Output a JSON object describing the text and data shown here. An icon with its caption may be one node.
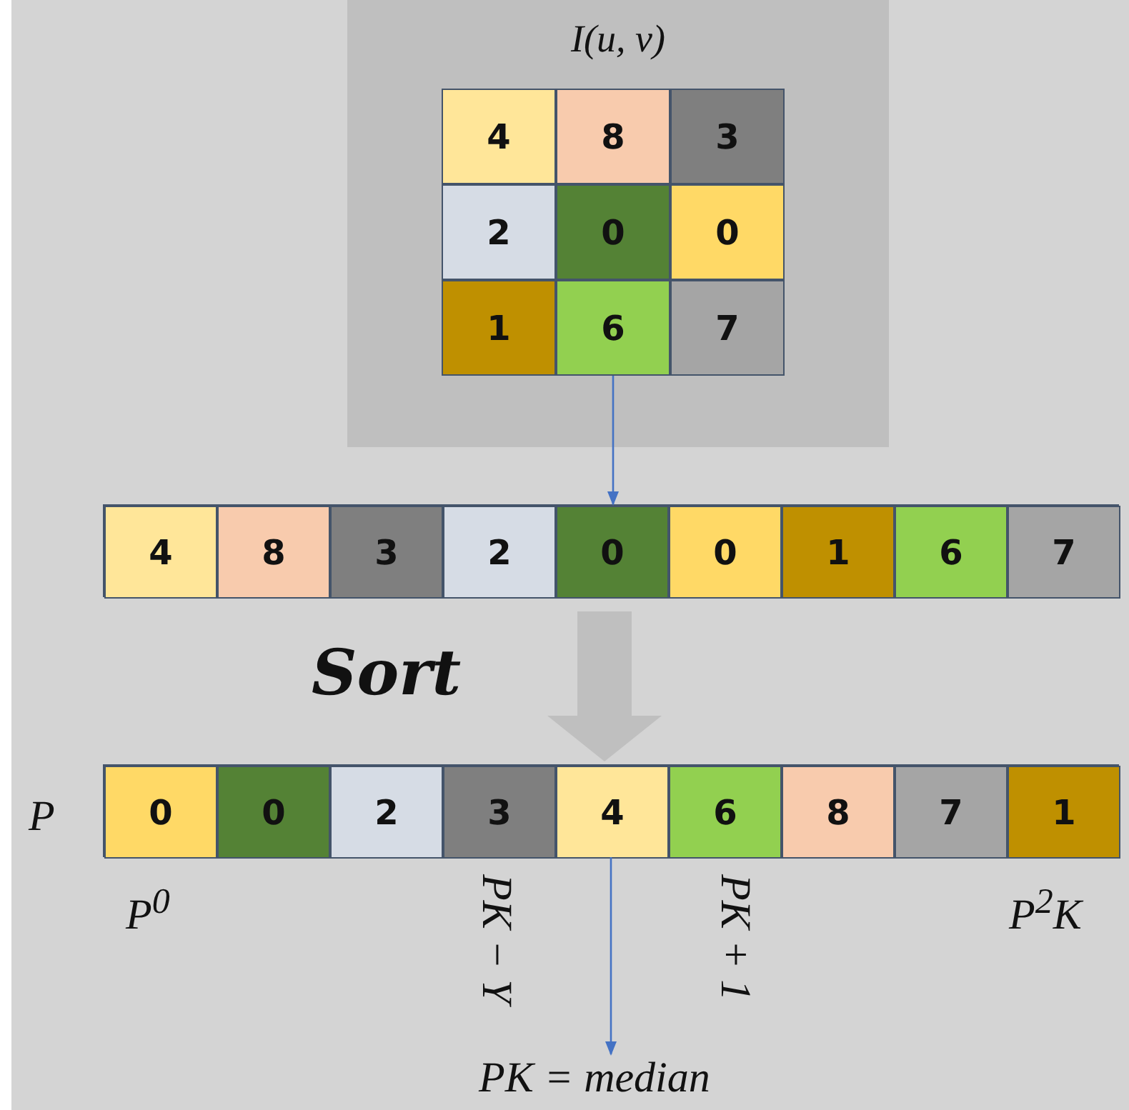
{
  "diagram": {
    "nodes": [
      {
        "text": [
          "I(u, v)"
        ]
      },
      {
        "text": [
          "4"
        ],
        "in": 0
      },
      {
        "text": [
          "8"
        ],
        "in": 0
      },
      {
        "text": [
          "3"
        ],
        "in": 0
      },
      {
        "text": [
          "2"
        ],
        "in": 0
      },
      {
        "text": [
          "0"
        ],
        "in": 0
      },
      {
        "text": [
          "0"
        ],
        "in": 0
      },
      {
        "text": [
          "1"
        ],
        "in": 0
      },
      {
        "text": [
          "6"
        ],
        "in": 0
      },
      {
        "text": [
          "7"
        ],
        "in": 0
      },
      {
        "text": [],
        "shape": "bar"
      },
      {
        "text": [
          "4"
        ],
        "in": 10
      },
      {
        "text": [
          "8"
        ],
        "in": 10
      },
      {
        "text": [
          "3"
        ],
        "in": 10
      },
      {
        "text": [
          "2"
        ],
        "in": 10
      },
      {
        "text": [
          "0"
        ],
        "in": 10
      },
      {
        "text": [
          "0"
        ],
        "in": 10
      },
      {
        "text": [
          "1"
        ],
        "in": 10
      },
      {
        "text": [
          "6"
        ],
        "in": 10
      },
      {
        "text": [
          "7"
        ],
        "in": 10
      },
      {
        "text": [],
        "shape": "bar"
      },
      {
        "text": [
          "0"
        ],
        "in": 20
      },
      {
        "text": [
          "0"
        ],
        "in": 20
      },
      {
        "text": [
          "2"
        ],
        "in": 20
      },
      {
        "text": [
          "3"
        ],
        "in": 20
      },
      {
        "text": [
          "4"
        ],
        "in": 20
      },
      {
        "text": [
          "6"
        ],
        "in": 20
      },
      {
        "text": [
          "8"
        ],
        "in": 20
      },
      {
        "text": [
          "7"
        ],
        "in": 20
      },
      {
        "text": [
          "1"
        ],
        "in": 20
      },
      {
        "text": [
          "PK = median"
        ]
      }
    ],
    "edges": [
      {
        "from": 8,
        "to": 15,
        "arrow": "to"
      },
      {
        "from": 10,
        "to": 20,
        "arrow": "to",
        "label": "Sort",
        "style": "thick",
        "color": "#bfbfbf"
      },
      {
        "from": 25,
        "to": 30,
        "arrow": "to"
      }
    ],
    "labels": [
      "P",
      "P$^{0}$",
      "PK − Y",
      "PK + 1",
      "P$^{2}$K"
    ]
  }
}
